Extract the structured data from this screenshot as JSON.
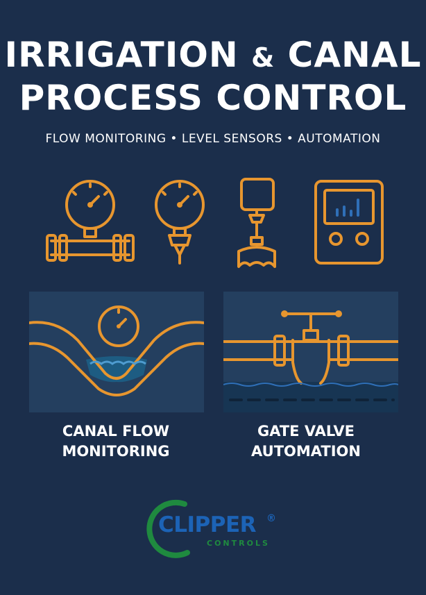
{
  "poster": {
    "title_line1_part1": "IRRIGATION",
    "title_line1_amp": "&",
    "title_line1_part2": "CANAL",
    "title_line2": "PROCESS CONTROL",
    "subtitle": "FLOW MONITORING • LEVEL SENSORS • AUTOMATION"
  },
  "icons": [
    {
      "name": "flow-meter-icon"
    },
    {
      "name": "pressure-gauge-icon"
    },
    {
      "name": "level-sensor-icon"
    },
    {
      "name": "controller-display-icon"
    }
  ],
  "panels": {
    "left": {
      "caption_line1": "CANAL FLOW",
      "caption_line2": "MONITORING"
    },
    "right": {
      "caption_line1": "GATE VALVE",
      "caption_line2": "AUTOMATION"
    }
  },
  "logo": {
    "name": "CLIPPER",
    "registered": "®",
    "sub": "CONTROLS"
  },
  "colors": {
    "background": "#1b2e4b",
    "panel": "#243f5f",
    "accent_orange": "#e7962f",
    "logo_blue": "#1c63b6",
    "logo_green": "#1f8a3f",
    "text": "#ffffff"
  }
}
